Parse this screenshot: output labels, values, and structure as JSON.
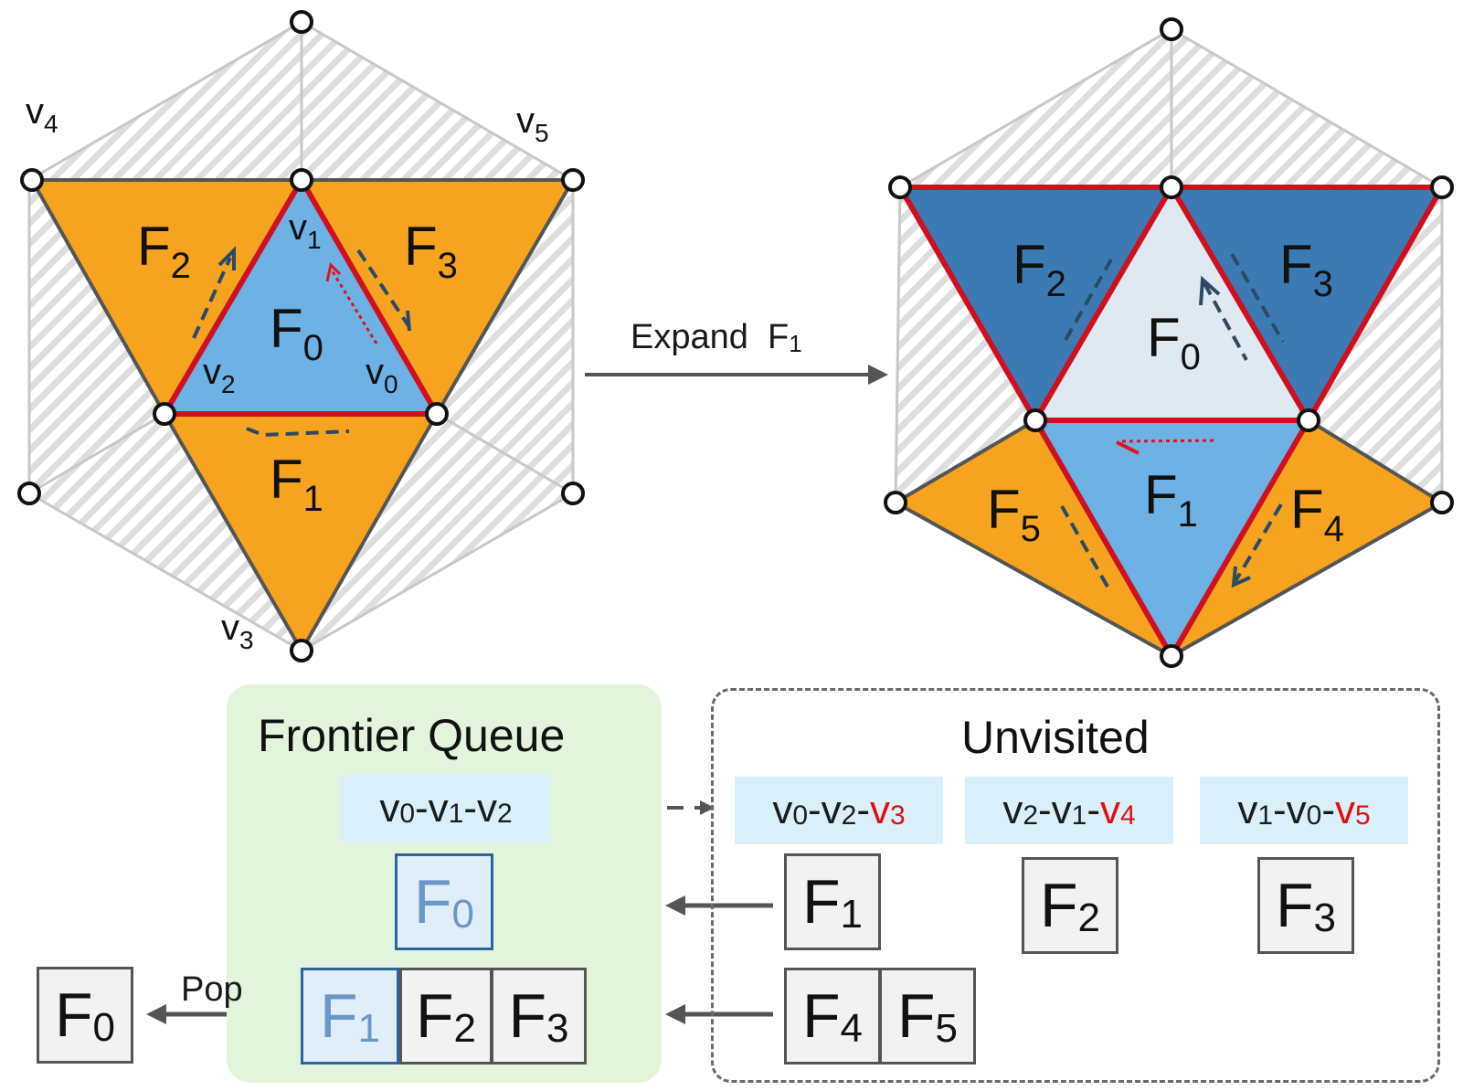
{
  "colors": {
    "orange": "#f6a320",
    "light_blue": "#6db1e5",
    "dark_blue": "#3c7ab3",
    "pale_blue": "#dfe9f2",
    "red_edge": "#cf1020",
    "gray_edge": "#555555",
    "hatch_gray": "#c8c8c8",
    "queue_green": "#e2f5dc",
    "chip_blue": "#d9f0fb"
  },
  "left_mesh": {
    "faces": [
      {
        "label": "F",
        "sub": "0"
      },
      {
        "label": "F",
        "sub": "1"
      },
      {
        "label": "F",
        "sub": "2"
      },
      {
        "label": "F",
        "sub": "3"
      }
    ],
    "vertices": [
      {
        "label": "v",
        "sub": "0"
      },
      {
        "label": "v",
        "sub": "1"
      },
      {
        "label": "v",
        "sub": "2"
      },
      {
        "label": "v",
        "sub": "3"
      },
      {
        "label": "v",
        "sub": "4"
      },
      {
        "label": "v",
        "sub": "5"
      }
    ]
  },
  "transition": {
    "label": "Expand",
    "face": "F",
    "sub": "1"
  },
  "right_mesh": {
    "faces": [
      {
        "label": "F",
        "sub": "0"
      },
      {
        "label": "F",
        "sub": "1"
      },
      {
        "label": "F",
        "sub": "2"
      },
      {
        "label": "F",
        "sub": "3"
      },
      {
        "label": "F",
        "sub": "4"
      },
      {
        "label": "F",
        "sub": "5"
      }
    ]
  },
  "frontier_queue": {
    "title": "Frontier Queue",
    "triple": [
      {
        "v": "v",
        "sub": "0"
      },
      {
        "v": "v",
        "sub": "1"
      },
      {
        "v": "v",
        "sub": "2"
      }
    ],
    "current": {
      "label": "F",
      "sub": "0"
    },
    "queue": [
      {
        "label": "F",
        "sub": "1"
      },
      {
        "label": "F",
        "sub": "2"
      },
      {
        "label": "F",
        "sub": "3"
      }
    ]
  },
  "pop": {
    "label": "Pop",
    "face": {
      "label": "F",
      "sub": "0"
    }
  },
  "unvisited": {
    "title": "Unvisited",
    "triples": [
      [
        {
          "v": "v",
          "sub": "0"
        },
        {
          "v": "v",
          "sub": "2"
        },
        {
          "v": "v",
          "sub": "3"
        }
      ],
      [
        {
          "v": "v",
          "sub": "2"
        },
        {
          "v": "v",
          "sub": "1"
        },
        {
          "v": "v",
          "sub": "4"
        }
      ],
      [
        {
          "v": "v",
          "sub": "1"
        },
        {
          "v": "v",
          "sub": "0"
        },
        {
          "v": "v",
          "sub": "5"
        }
      ]
    ],
    "faces_row1": [
      {
        "label": "F",
        "sub": "1"
      },
      {
        "label": "F",
        "sub": "2"
      },
      {
        "label": "F",
        "sub": "3"
      }
    ],
    "faces_row2": [
      {
        "label": "F",
        "sub": "4"
      },
      {
        "label": "F",
        "sub": "5"
      }
    ]
  }
}
